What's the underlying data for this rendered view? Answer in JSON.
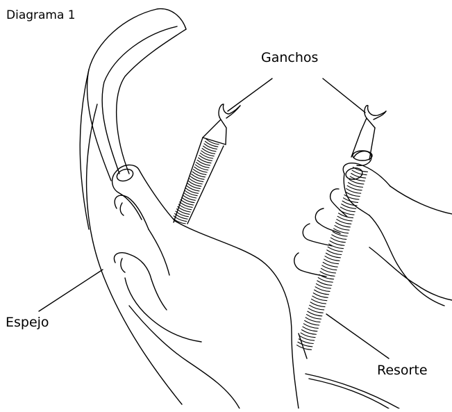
{
  "diagram": {
    "title": "Diagrama 1",
    "labels": {
      "hooks": "Ganchos",
      "mirror": "Espejo",
      "spring": "Resorte"
    }
  },
  "colors": {
    "line": "#000000",
    "background": "#ffffff"
  }
}
